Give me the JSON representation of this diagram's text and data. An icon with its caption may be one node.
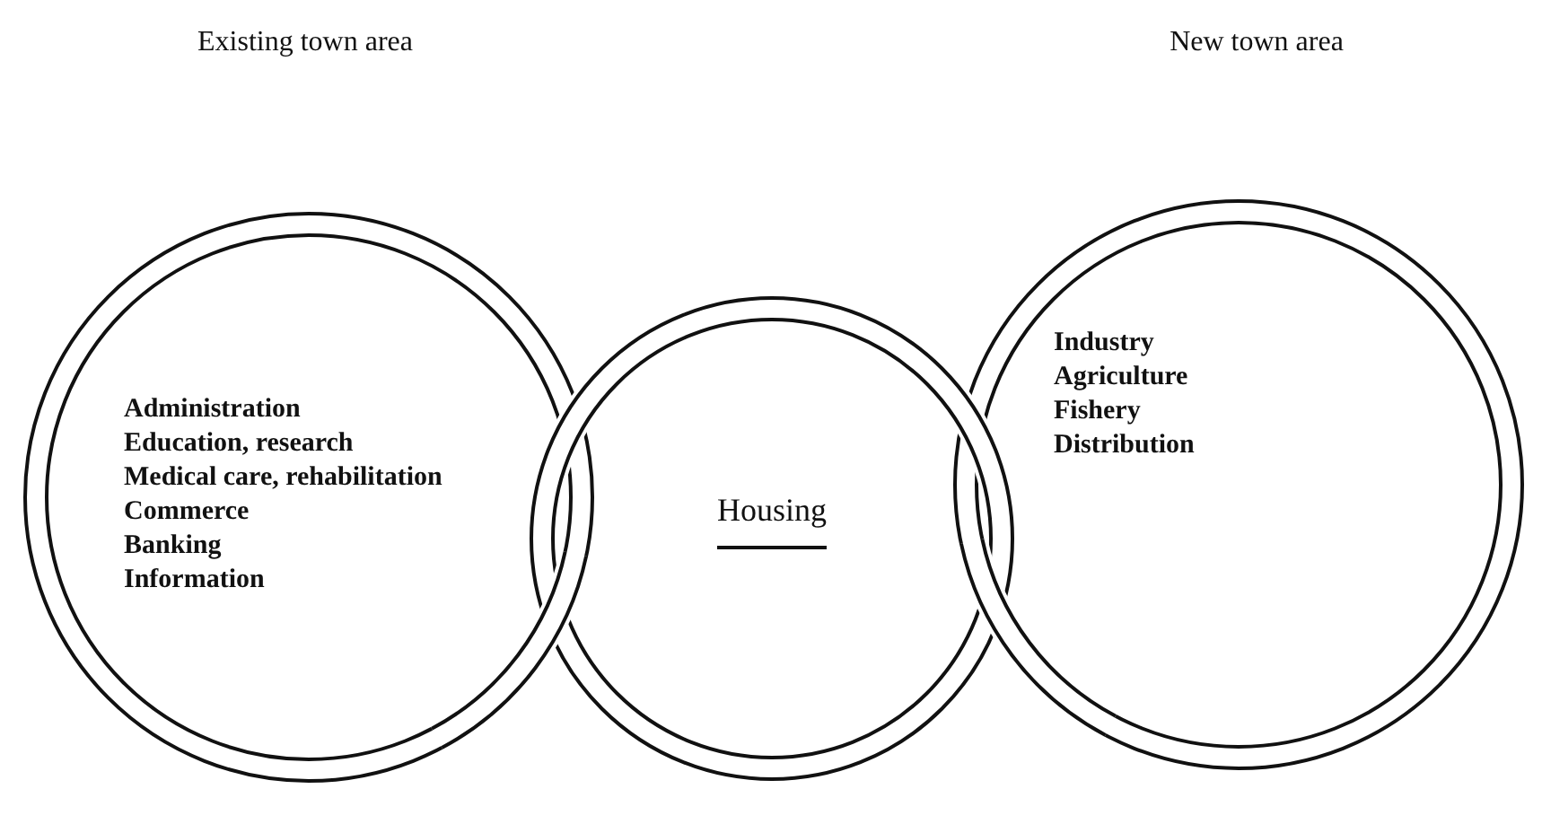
{
  "diagram": {
    "nodes": [
      {
        "text": [
          "Administration",
          "Education, research",
          "Medical care, rehabilitation",
          "Commerce",
          "Banking",
          "Information"
        ]
      },
      {
        "text": [
          "Housing"
        ]
      },
      {
        "text": [
          "Industry",
          "Agriculture",
          "Fishery",
          "Distribution"
        ]
      }
    ],
    "labels": [
      "Existing town area",
      "New town area"
    ]
  }
}
